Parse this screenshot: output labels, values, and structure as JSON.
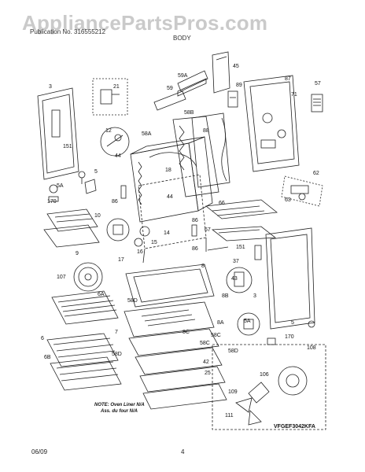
{
  "header": {
    "watermark": "AppliancePartsPros.com",
    "publication_label": "Publication No. 316555212",
    "section_label": "BODY"
  },
  "diagram": {
    "model_code": "VFGEF3042KFA",
    "note_line1": "NOTE: Oven Liner N/A",
    "note_line2": "Ass. du four N/A",
    "callouts": [
      "45",
      "59A",
      "59",
      "89",
      "87",
      "57",
      "3",
      "21",
      "88",
      "58B",
      "71",
      "151",
      "12",
      "5",
      "58A",
      "44",
      "18",
      "5A",
      "44",
      "170",
      "86",
      "86",
      "62",
      "10",
      "63",
      "66",
      "14",
      "15",
      "67",
      "9",
      "37",
      "17",
      "16",
      "86",
      "151",
      "8",
      "107",
      "43",
      "6A",
      "8B",
      "3",
      "58D",
      "8A",
      "7",
      "6",
      "58C",
      "5A",
      "5",
      "8C",
      "58C",
      "170",
      "6B",
      "58D",
      "58D",
      "42",
      "25",
      "108",
      "106",
      "109",
      "111"
    ]
  },
  "footer": {
    "date": "06/09",
    "page_number": "4"
  }
}
